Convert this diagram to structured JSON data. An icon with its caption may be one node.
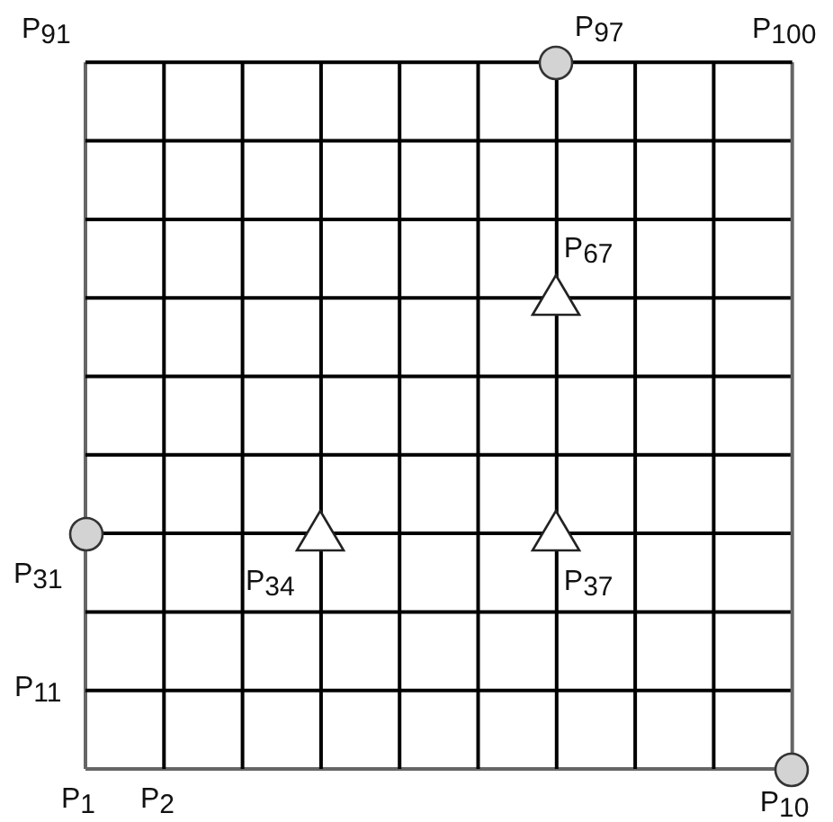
{
  "diagram": {
    "nodes": [
      {
        "text": [],
        "shape": "circle",
        "beside": [
          "P$_{97}$"
        ]
      },
      {
        "text": [],
        "shape": "triangle",
        "beside": [
          "P$_{67}$"
        ]
      },
      {
        "text": [],
        "shape": "circle",
        "beside": [
          "P$_{31}$"
        ]
      },
      {
        "text": [],
        "shape": "triangle",
        "beside": [
          "P$_{34}$"
        ]
      },
      {
        "text": [],
        "shape": "triangle",
        "beside": [
          "P$_{37}$"
        ]
      },
      {
        "text": [],
        "shape": "circle",
        "beside": [
          "P$_{10}$"
        ]
      }
    ],
    "labels": [
      "P$_{91}$",
      "P$_{100}$",
      "P$_{11}$",
      "P$_{1}$",
      "P$_{2}$"
    ]
  }
}
